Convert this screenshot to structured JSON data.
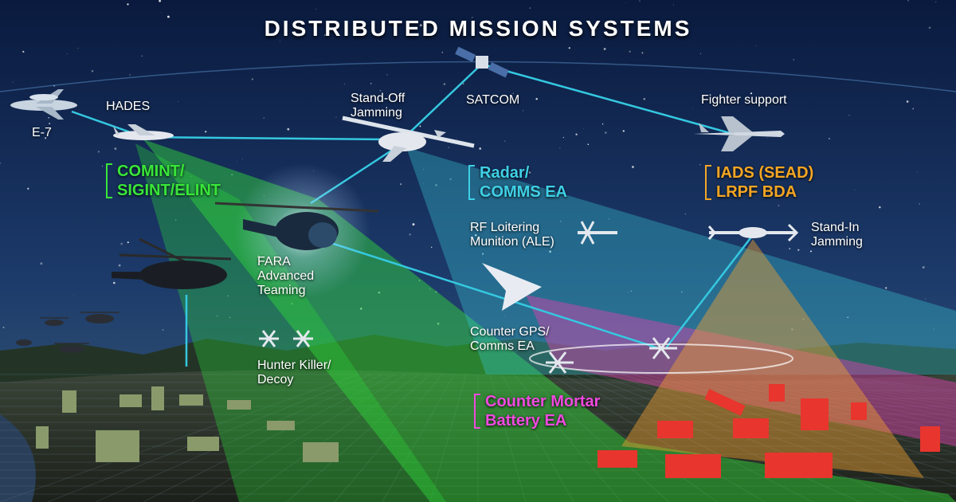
{
  "title": "DISTRIBUTED MISSION SYSTEMS",
  "labels": {
    "e7": "E-7",
    "hades": "HADES",
    "standoff_1": "Stand-Off",
    "standoff_2": "Jamming",
    "satcom": "SATCOM",
    "fighter": "Fighter support",
    "rf_1": "RF Loitering",
    "rf_2": "Munition (ALE)",
    "standin_1": "Stand-In",
    "standin_2": "Jamming",
    "fara_1": "FARA",
    "fara_2": "Advanced",
    "fara_3": "Teaming",
    "cgps_1": "Counter GPS/",
    "cgps_2": "Comms EA",
    "hunter_1": "Hunter Killer/",
    "hunter_2": "Decoy"
  },
  "categories": {
    "comint": {
      "line1": "COMINT/",
      "line2": "SIGINT/ELINT",
      "color": "#39e639"
    },
    "radar": {
      "line1": "Radar/",
      "line2": "COMMS EA",
      "color": "#3fd0e6"
    },
    "iads": {
      "line1": "IADS (SEAD)",
      "line2": "LRPF BDA",
      "color": "#f5a623"
    },
    "mortar": {
      "line1": "Counter Mortar",
      "line2": "Battery EA",
      "color": "#f04adf"
    }
  },
  "colors": {
    "sky_top": "#0b1e45",
    "sky_bottom": "#1d3f6e",
    "link": "#35c8e0",
    "enemy": "#e8352e",
    "friendly": "#8a9a6a"
  }
}
